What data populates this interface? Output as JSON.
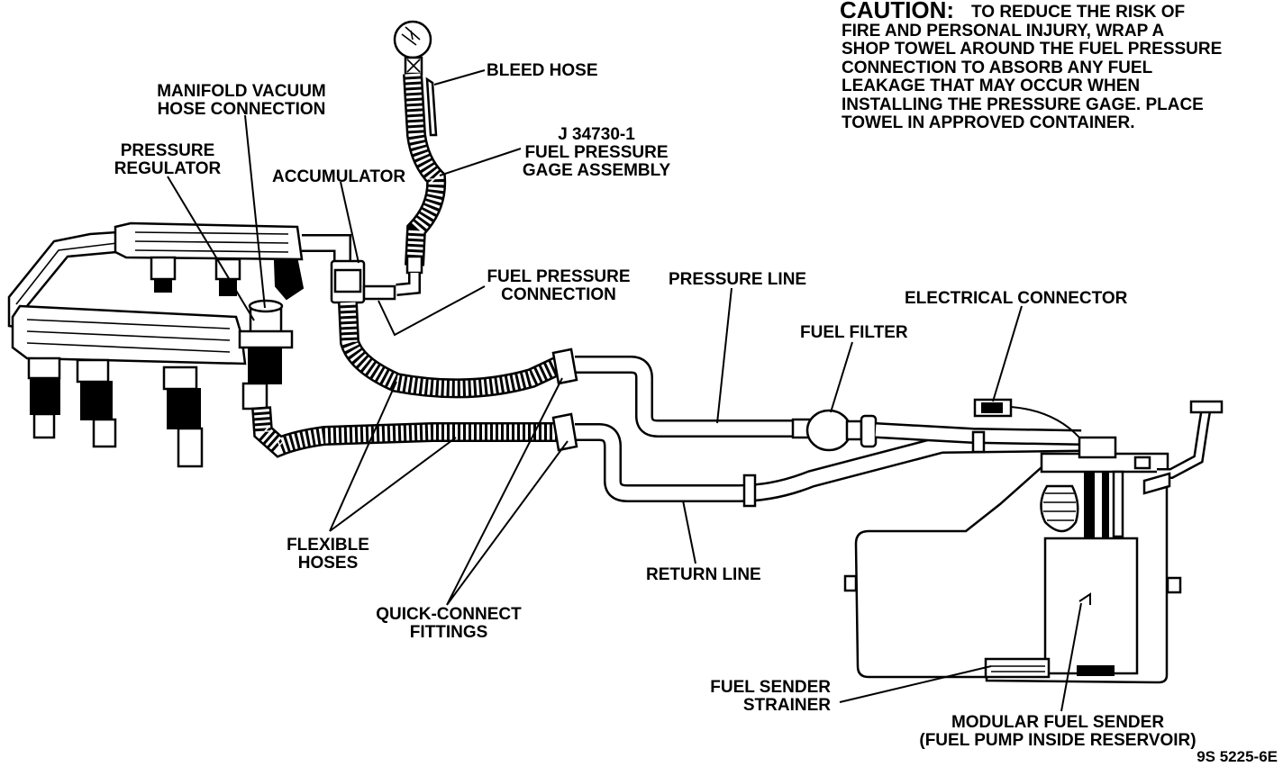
{
  "caution": {
    "heading": "CAUTION:",
    "lines": [
      "TO REDUCE THE RISK OF",
      "FIRE AND PERSONAL INJURY, WRAP A",
      "SHOP TOWEL AROUND THE FUEL PRESSURE",
      "CONNECTION TO ABSORB ANY FUEL",
      "LEAKAGE THAT MAY OCCUR WHEN",
      "INSTALLING THE PRESSURE GAGE.  PLACE",
      "TOWEL IN APPROVED CONTAINER."
    ]
  },
  "labels": {
    "bleed_hose": "BLEED HOSE",
    "manifold_vacuum": [
      "MANIFOLD VACUUM",
      "HOSE CONNECTION"
    ],
    "gage_assembly": [
      "J 34730-1",
      "FUEL PRESSURE",
      "GAGE ASSEMBLY"
    ],
    "pressure_regulator": [
      "PRESSURE",
      "REGULATOR"
    ],
    "accumulator": "ACCUMULATOR",
    "fuel_pressure_connection": [
      "FUEL PRESSURE",
      "CONNECTION"
    ],
    "pressure_line": "PRESSURE LINE",
    "electrical_connector": "ELECTRICAL CONNECTOR",
    "fuel_filter": "FUEL FILTER",
    "flexible_hoses": [
      "FLEXIBLE",
      "HOSES"
    ],
    "return_line": "RETURN LINE",
    "quick_connect": [
      "QUICK-CONNECT",
      "FITTINGS"
    ],
    "fuel_sender_strainer": [
      "FUEL SENDER",
      "STRAINER"
    ],
    "modular_fuel_sender": [
      "MODULAR FUEL SENDER",
      "(FUEL PUMP INSIDE RESERVOIR)"
    ]
  },
  "figure_id": "9S 5225-6E"
}
